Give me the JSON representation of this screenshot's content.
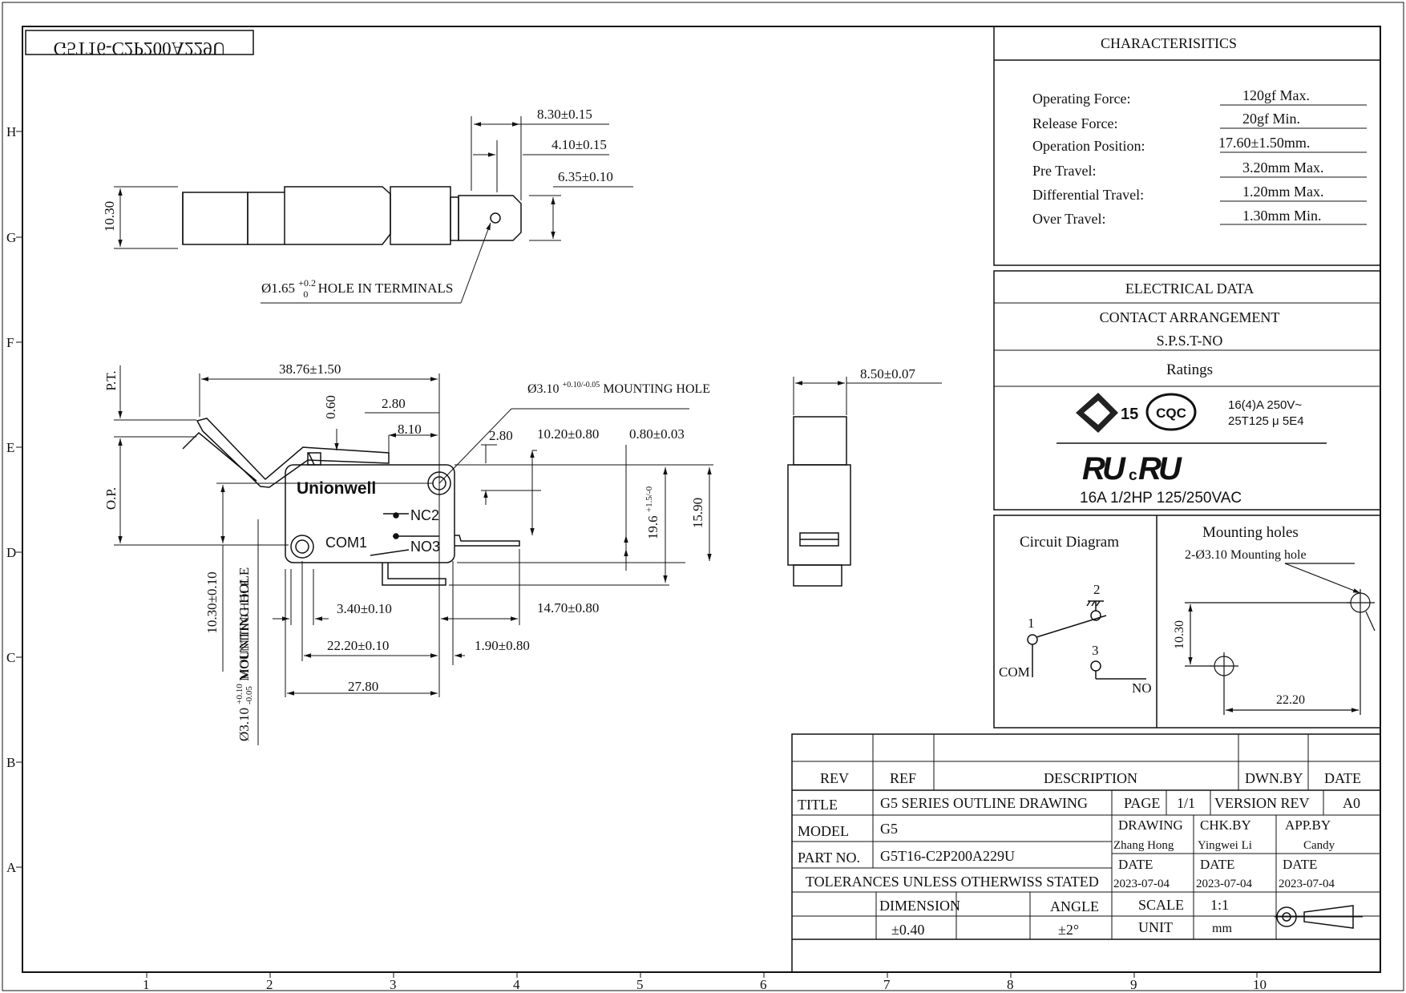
{
  "drawing_id_mirrored": "G5T16-C2P200A229U",
  "border": {
    "row_letters": [
      "H",
      "G",
      "F",
      "E",
      "D",
      "C",
      "B",
      "A"
    ],
    "col_numbers": [
      "1",
      "2",
      "3",
      "4",
      "5",
      "6",
      "7",
      "8",
      "9",
      "10"
    ]
  },
  "top_view": {
    "dim_height": "10.30",
    "dim_a": "8.30±0.15",
    "dim_b": "4.10±0.15",
    "dim_c": "6.35±0.10",
    "hole_note_main": "Ø1.65",
    "hole_note_sup": "+0.2",
    "hole_note_sub": "0",
    "hole_note_tail": "HOLE IN TERMINALS"
  },
  "front_view": {
    "brand": "Unionwell",
    "nc_label": "NC2",
    "no_label": "NO3",
    "com_label": "COM1",
    "pt_label": "P.T.",
    "op_label": "O.P.",
    "dim_lever": "38.76±1.50",
    "dim_060": "0.60",
    "dim_280a": "2.80",
    "dim_810": "8.10",
    "dim_280b": "2.80",
    "dim_1020": "10.20±0.80",
    "dim_080": "0.80±0.03",
    "dim_196_main": "19.6",
    "dim_196_tol": "+1.5/-0",
    "dim_1590": "15.90",
    "dim_1030": "10.30±0.10",
    "mounting_hole_label": "MOUNTING HOLE",
    "dim_340": "3.40±0.10",
    "dim_1470": "14.70±0.80",
    "dim_2220": "22.20±0.10",
    "dim_190": "1.90±0.80",
    "dim_2780": "27.80",
    "mount_hole_main": "Ø3.10",
    "mount_hole_tol_top": "+0.10",
    "mount_hole_tol_bot": "-0.05",
    "mount_hole_tail": "MOUNTING HOLE",
    "side_mount_main": "Ø3.10",
    "side_mount_tol": "+0.10/-0.05"
  },
  "side_view": {
    "dim_width": "8.50±0.07"
  },
  "characteristics": {
    "title": "CHARACTERISITICS",
    "rows": [
      {
        "label": "Operating Force:",
        "value": "120gf Max."
      },
      {
        "label": "Release Force:",
        "value": "20gf Min."
      },
      {
        "label": "Operation Position:",
        "value": "17.60±1.50mm."
      },
      {
        "label": "Pre Travel:",
        "value": "3.20mm Max."
      },
      {
        "label": "Differential Travel:",
        "value": "1.20mm Max."
      },
      {
        "label": "Over Travel:",
        "value": "1.30mm Min."
      }
    ]
  },
  "electrical": {
    "title": "ELECTRICAL DATA",
    "contact_title": "CONTACT ARRANGEMENT",
    "contact_value": "S.P.S.T-NO",
    "ratings_title": "Ratings",
    "enec_number": "15",
    "rating_line1": "16(4)A 250V~",
    "rating_line2": "25T125 μ 5E4",
    "ul_rating": "16A 1/2HP 125/250VAC",
    "cqc_text": "CQC"
  },
  "circuit": {
    "title": "Circuit Diagram",
    "pin1": "1",
    "pin2": "2",
    "pin3": "3",
    "com": "COM",
    "no": "NO"
  },
  "mounting_holes": {
    "title": "Mounting holes",
    "note": "2-Ø3.10 Mounting hole",
    "dim_v": "10.30",
    "dim_h": "22.20"
  },
  "title_block": {
    "hdr_rev": "REV",
    "hdr_ref": "REF",
    "hdr_description": "DESCRIPTION",
    "hdr_dwn_by": "DWN.BY",
    "hdr_date": "DATE",
    "title_label": "TITLE",
    "title_value": "G5 SERIES OUTLINE DRAWING",
    "page_label": "PAGE",
    "page_value": "1/1",
    "version_label": "VERSION REV",
    "version_value": "A0",
    "model_label": "MODEL",
    "model_value": "G5",
    "drawing_label": "DRAWING",
    "drawing_value": "Zhang Hong",
    "chk_label": "CHK.BY",
    "chk_value": "Yingwei Li",
    "app_label": "APP.BY",
    "app_value": "Candy",
    "part_label": "PART NO.",
    "part_value": "G5T16-C2P200A229U",
    "date_label": "DATE",
    "date_drawing": "2023-07-04",
    "date_chk": "2023-07-04",
    "date_app": "2023-07-04",
    "tolerances": "TOLERANCES UNLESS OTHERWISS STATED",
    "dimension_label": "DIMENSION",
    "dimension_value": "±0.40",
    "angle_label": "ANGLE",
    "angle_value": "±2°",
    "scale_label": "SCALE",
    "scale_value": "1:1",
    "unit_label": "UNIT",
    "unit_value": "mm"
  }
}
